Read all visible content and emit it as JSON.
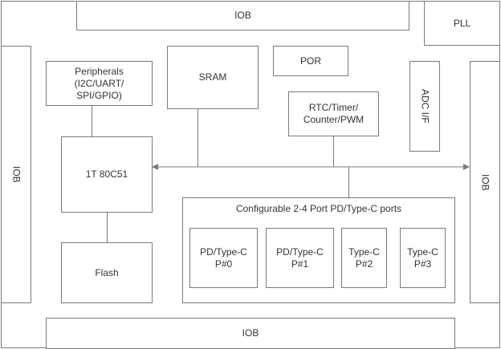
{
  "colors": {
    "stroke": "#7a7a7a",
    "text": "#333333",
    "background": "#ffffff"
  },
  "blocks": {
    "iob_top": "IOB",
    "iob_bottom": "IOB",
    "iob_left": "IOB",
    "iob_right": "IOB",
    "pll": "PLL",
    "peripherals": [
      "Peripherals",
      "(I2C/UART/",
      "SPI/GPIO)"
    ],
    "sram": "SRAM",
    "por": "POR",
    "rtc": [
      "RTC/Timer/",
      "Counter/PWM"
    ],
    "adc": "ADC I/F",
    "cpu": "1T 80C51",
    "flash": "Flash",
    "config_group": {
      "title": "Configurable 2-4 Port PD/Type-C ports",
      "ports": [
        [
          "PD/Type-C",
          "P#0"
        ],
        [
          "PD/Type-C",
          "P#1"
        ],
        [
          "Type-C",
          "P#2"
        ],
        [
          "Type-C",
          "P#3"
        ]
      ]
    }
  }
}
